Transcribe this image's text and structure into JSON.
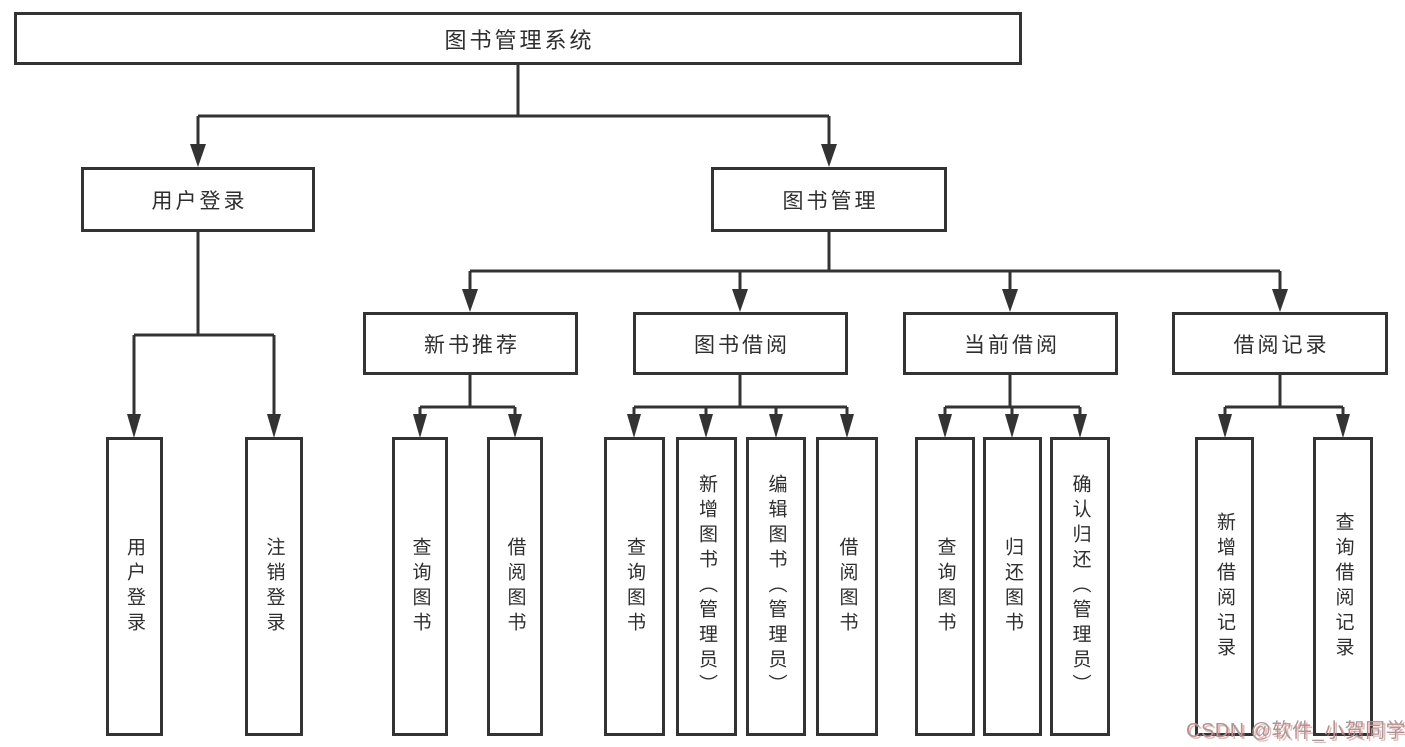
{
  "tree": {
    "label": "图书管理系统",
    "children": [
      {
        "label": "用户登录",
        "children": [
          {
            "label": "用户登录"
          },
          {
            "label": "注销登录"
          }
        ]
      },
      {
        "label": "图书管理",
        "children": [
          {
            "label": "新书推荐",
            "children": [
              {
                "label": "查询图书"
              },
              {
                "label": "借阅图书"
              }
            ]
          },
          {
            "label": "图书借阅",
            "children": [
              {
                "label": "查询图书"
              },
              {
                "label": "新增图书（管理员）"
              },
              {
                "label": "编辑图书（管理员）"
              },
              {
                "label": "借阅图书"
              }
            ]
          },
          {
            "label": "当前借阅",
            "children": [
              {
                "label": "查询图书"
              },
              {
                "label": "归还图书"
              },
              {
                "label": "确认归还（管理员）"
              }
            ]
          },
          {
            "label": "借阅记录",
            "children": [
              {
                "label": "新增借阅记录"
              },
              {
                "label": "查询借阅记录"
              }
            ]
          }
        ]
      }
    ]
  },
  "watermark": {
    "text": "CSDN @软件_小贺同学"
  },
  "colors": {
    "line": "#333333",
    "border": "#333333",
    "text": "#2e2e2e",
    "background": "#ffffff",
    "watermark_text": "#9c9c9c",
    "watermark_shadow": "#ff6e6e"
  }
}
